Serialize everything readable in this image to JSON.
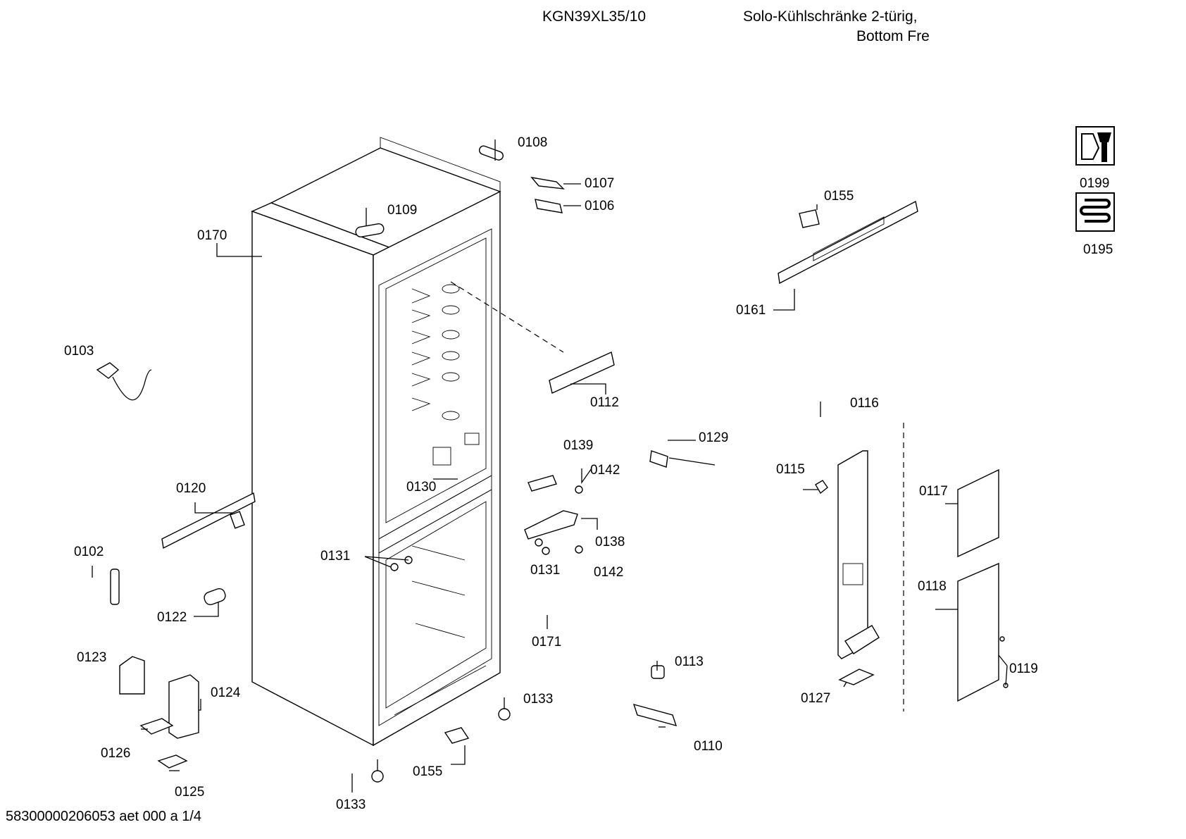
{
  "header": {
    "model": "KGN39XL35/10",
    "title_line1": "Solo-Kühlschränke 2-türig,",
    "title_line2": "Bottom Fre"
  },
  "footer": "58300000206053 aet 000 a 1/4",
  "labels": {
    "p0108": "0108",
    "p0107": "0107",
    "p0106": "0106",
    "p0109": "0109",
    "p0170": "0170",
    "p0103": "0103",
    "p0155a": "0155",
    "p0161": "0161",
    "p0199": "0199",
    "p0195": "0195",
    "p0112": "0112",
    "p0116": "0116",
    "p0139": "0139",
    "p0129": "0129",
    "p0142a": "0142",
    "p0115": "0115",
    "p0117": "0117",
    "p0120": "0120",
    "p0130": "0130",
    "p0138": "0138",
    "p0131a": "0131",
    "p0131b": "0131",
    "p0142b": "0142",
    "p0102": "0102",
    "p0118": "0118",
    "p0122": "0122",
    "p0171": "0171",
    "p0123": "0123",
    "p0113": "0113",
    "p0119": "0119",
    "p0124": "0124",
    "p0133a": "0133",
    "p0127": "0127",
    "p0110": "0110",
    "p0126": "0126",
    "p0155b": "0155",
    "p0125": "0125",
    "p0133b": "0133"
  },
  "icons": {
    "service_tool": "wrench-tool-icon",
    "condenser": "coil-condenser-icon"
  }
}
